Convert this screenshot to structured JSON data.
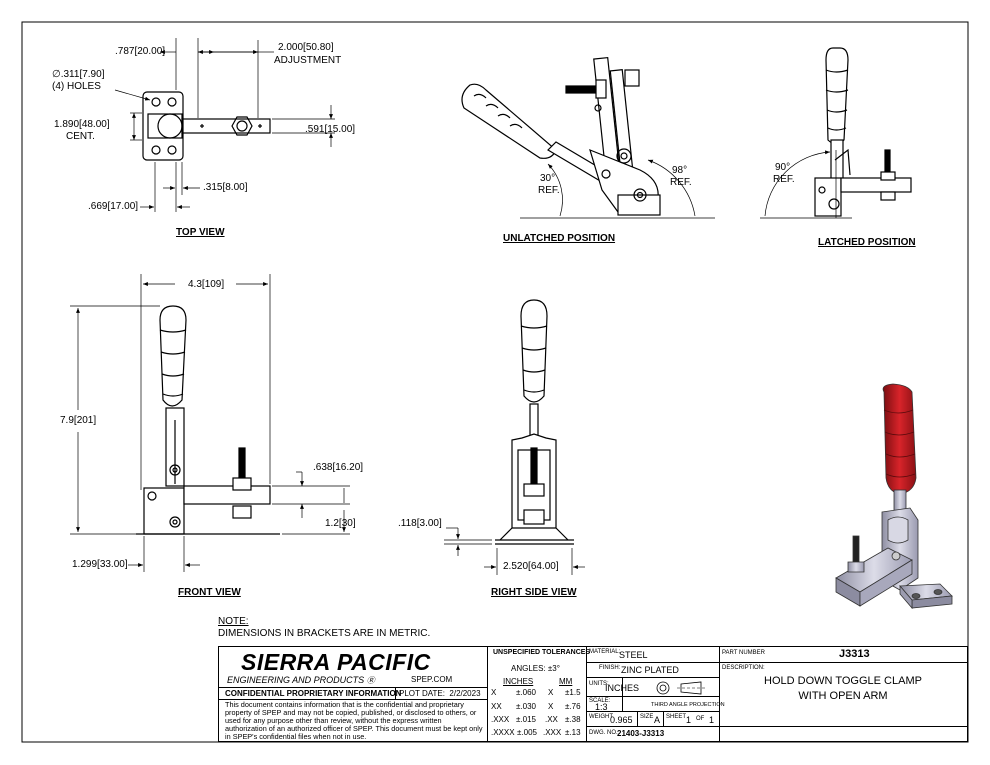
{
  "dims": {
    "d_787": ".787",
    "d_787_mm": "20.00",
    "d_2000": "2.000",
    "d_2000_mm": "50.80",
    "adjustment": "ADJUSTMENT",
    "hole_dia": "∅.311",
    "hole_dia_mm": "7.90",
    "holes": "(4) HOLES",
    "d_1890": "1.890",
    "d_1890_mm": "48.00",
    "cent": "CENT.",
    "d_591": ".591",
    "d_591_mm": "15.00",
    "d_315": ".315",
    "d_315_mm": "8.00",
    "d_669": ".669",
    "d_669_mm": "17.00",
    "ang_30": "30°",
    "ang_98": "98°",
    "ang_90": "90°",
    "ref": "REF.",
    "d_43": "4.3",
    "d_43_mm": "109",
    "d_79": "7.9",
    "d_79_mm": "201",
    "d_638": ".638",
    "d_638_mm": "16.20",
    "d_12": "1.2",
    "d_12_mm": "30",
    "d_1299": "1.299",
    "d_1299_mm": "33.00",
    "d_118": ".118",
    "d_118_mm": "3.00",
    "d_2520": "2.520",
    "d_2520_mm": "64.00"
  },
  "views": {
    "top": "TOP VIEW",
    "unlatched": "UNLATCHED POSITION",
    "latched": "LATCHED POSITION",
    "front": "FRONT VIEW",
    "right_side": "RIGHT SIDE VIEW"
  },
  "note": {
    "title": "NOTE:",
    "text": "DIMENSIONS IN BRACKETS ARE IN METRIC."
  },
  "title_block": {
    "company": "SIERRA PACIFIC",
    "company_sub": "ENGINEERING AND PRODUCTS",
    "website": "SPEP.COM",
    "confidential_label": "CONFIDENTIAL PROPRIETARY INFORMATION",
    "plot_date_label": "PLOT DATE:",
    "plot_date": "2/2/2023",
    "confidential_text": "This document contains information that is the confidential and proprietary property of SPEP and may not be copied, published, or disclosed to others, or used for any purpose  other than review, without the express written authorization of an authorized officer of SPEP. This document must be kept only in SPEP's confidential files when not in use.",
    "tolerances_title": "UNSPECIFIED TOLERANCES",
    "angles": "ANGLES: ±3°",
    "inches": "INCHES",
    "mm": "MM",
    "tol_rows": [
      {
        "in_k": "X",
        "in_v": "±.060",
        "mm_k": "X",
        "mm_v": "±1.5"
      },
      {
        "in_k": "XX",
        "in_v": "±.030",
        "mm_k": "X",
        "mm_v": "±.76"
      },
      {
        "in_k": ".XXX",
        "in_v": "±.015",
        "mm_k": ".XX",
        "mm_v": "±.38"
      },
      {
        "in_k": ".XXXX",
        "in_v": "±.005",
        "mm_k": ".XXX",
        "mm_v": "±.13"
      }
    ],
    "material_label": "MATERIAL:",
    "material": "STEEL",
    "finish_label": "FINISH:",
    "finish": "ZINC PLATED",
    "units_label": "UNITS:",
    "units": "INCHES",
    "scale_label": "SCALE:",
    "scale": "1:3",
    "projection": "THIRD ANGLE PROJECTION",
    "weight_label": "WEIGHT",
    "weight": "0.965",
    "size_label": "SIZE",
    "size": "A",
    "sheet_label": "SHEET",
    "sheet": "1",
    "of_label": "OF",
    "sheet_total": "1",
    "dwg_label": "DWG. NO.",
    "dwg_no": "21403-J3313",
    "part_label": "PART NUMBER",
    "part_number": "J3313",
    "desc_label": "DESCRIPTION:",
    "desc_line1": "HOLD DOWN TOGGLE CLAMP",
    "desc_line2": "WITH OPEN ARM"
  },
  "colors": {
    "line": "#000000",
    "handle_red": "#c4161c",
    "metal": "#b9b9c9"
  }
}
